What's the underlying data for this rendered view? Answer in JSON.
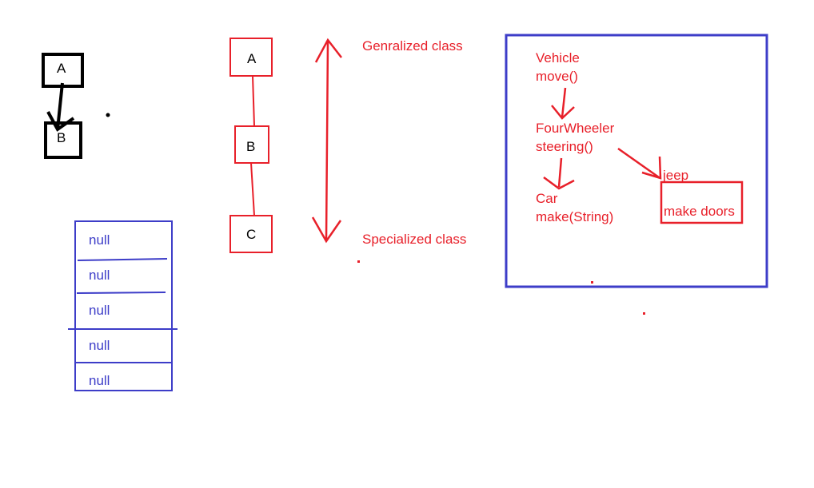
{
  "colors": {
    "black": "#000000",
    "red": "#e8202a",
    "blue": "#3d3dc8"
  },
  "left_diagram": {
    "box_a": "A",
    "box_b": "B"
  },
  "hierarchy": {
    "box_a": "A",
    "box_b": "B",
    "box_c": "C",
    "top_label": "Genralized class",
    "bottom_label": "Specialized class"
  },
  "array": {
    "cells": [
      "null",
      "null",
      "null",
      "null",
      "null"
    ]
  },
  "vehicle_panel": {
    "vehicle": "Vehicle",
    "vehicle_method": "move()",
    "fourwheeler": "FourWheeler",
    "fourwheeler_method": "steering()",
    "car": "Car",
    "car_method": "make(String)",
    "jeep": "jeep",
    "jeep_method": "make doors"
  }
}
